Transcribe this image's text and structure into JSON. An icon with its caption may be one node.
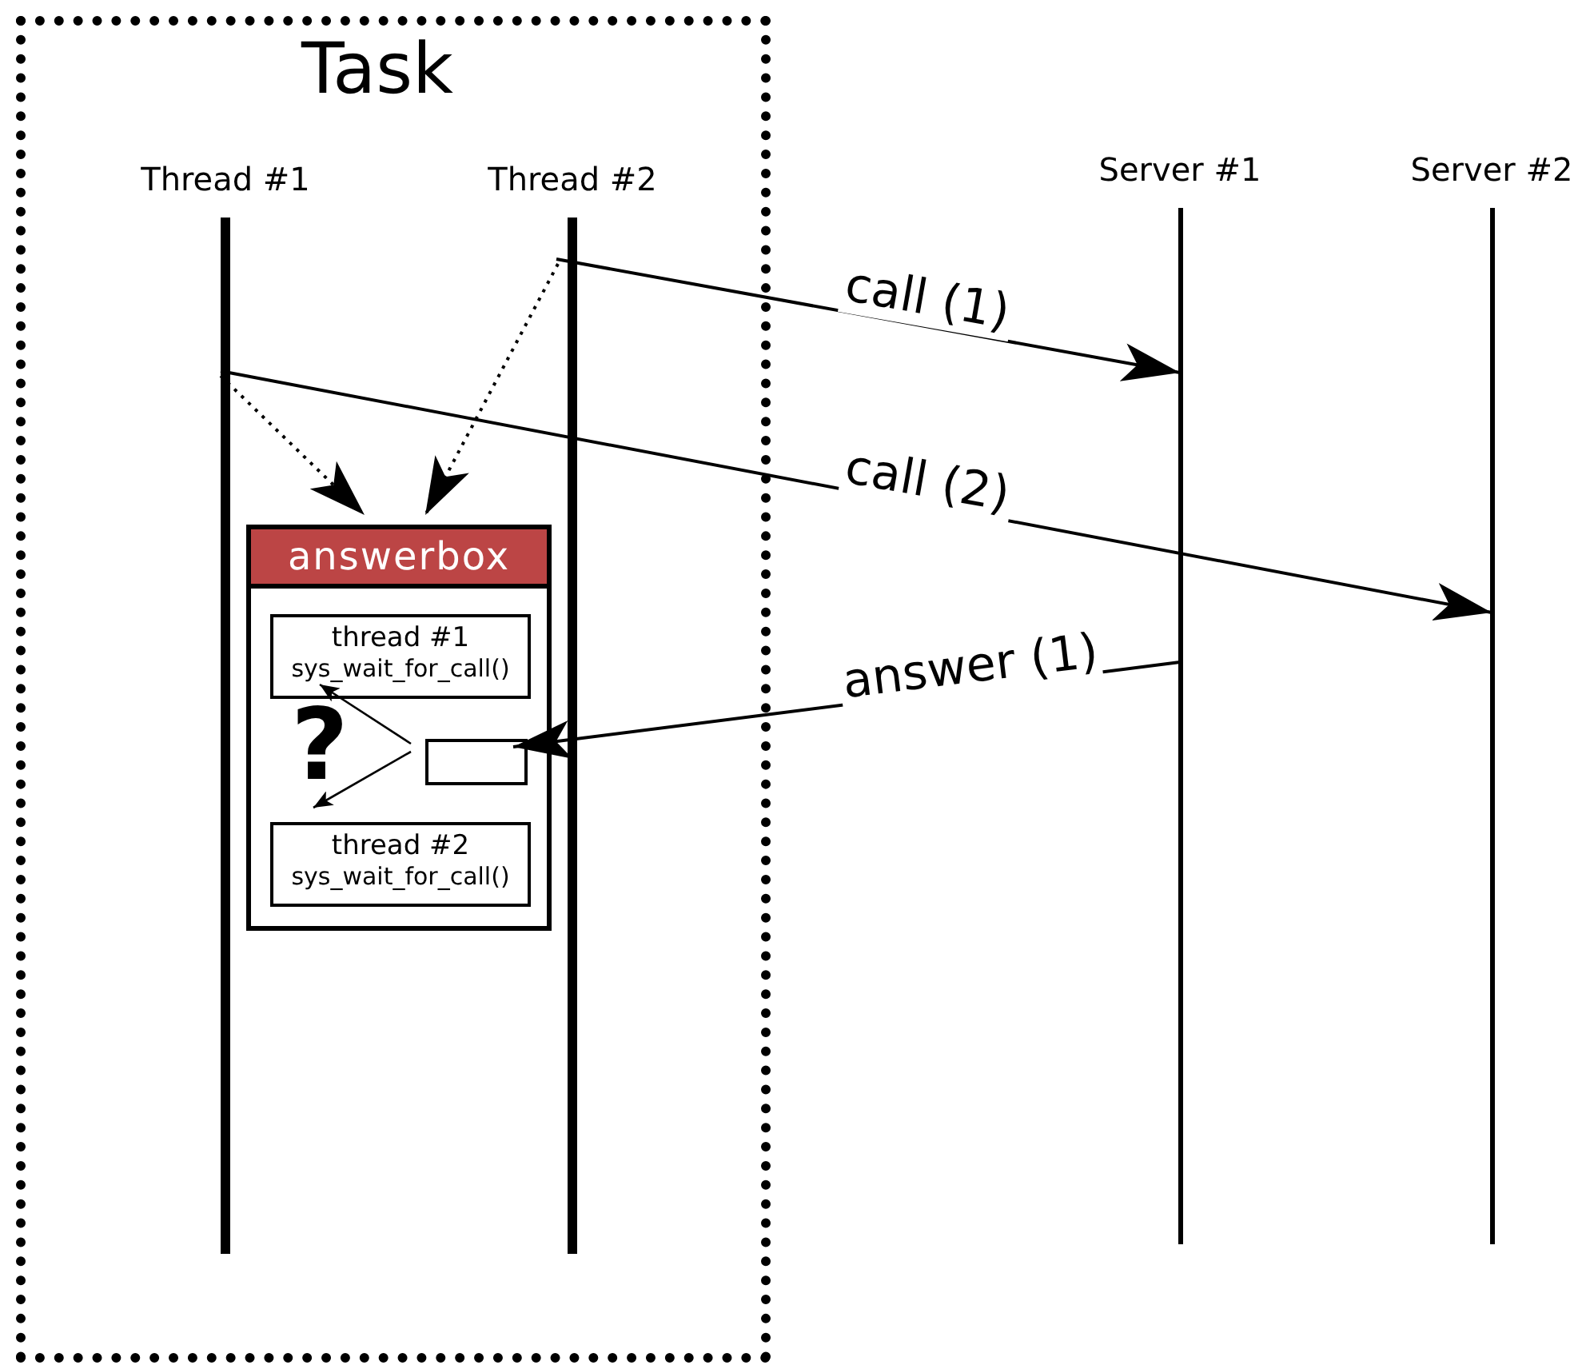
{
  "diagram": {
    "nodes": [
      {
        "text": [
          "Task"
        ]
      },
      {
        "text": [
          "Thread #1"
        ],
        "in": 0
      },
      {
        "text": [
          "Thread #2"
        ],
        "in": 0
      },
      {
        "text": [
          "Server #1"
        ]
      },
      {
        "text": [
          "Server #2"
        ]
      },
      {
        "text": [
          "answerbox"
        ],
        "in": 0
      },
      {
        "text": [
          "thread #1",
          "sys_wait_for_call()"
        ],
        "in": 5
      },
      {
        "text": [],
        "shape": "box",
        "in": 5
      },
      {
        "text": [
          "thread #2",
          "sys_wait_for_call()"
        ],
        "in": 5
      }
    ],
    "edges": [
      {
        "from": 2,
        "to": 3,
        "arrow": "to",
        "label": "call (1)"
      },
      {
        "from": 1,
        "to": 4,
        "arrow": "to",
        "label": "call (2)"
      },
      {
        "from": 1,
        "to": 5,
        "arrow": "to",
        "style": "dashed"
      },
      {
        "from": 2,
        "to": 5,
        "arrow": "to",
        "style": "dashed"
      },
      {
        "from": 3,
        "to": 7,
        "arrow": "to",
        "label": "answer (1)"
      },
      {
        "from": 7,
        "to": 6,
        "arrow": "to"
      },
      {
        "from": 7,
        "to": 8,
        "arrow": "to"
      }
    ],
    "labels": [
      "?"
    ]
  }
}
